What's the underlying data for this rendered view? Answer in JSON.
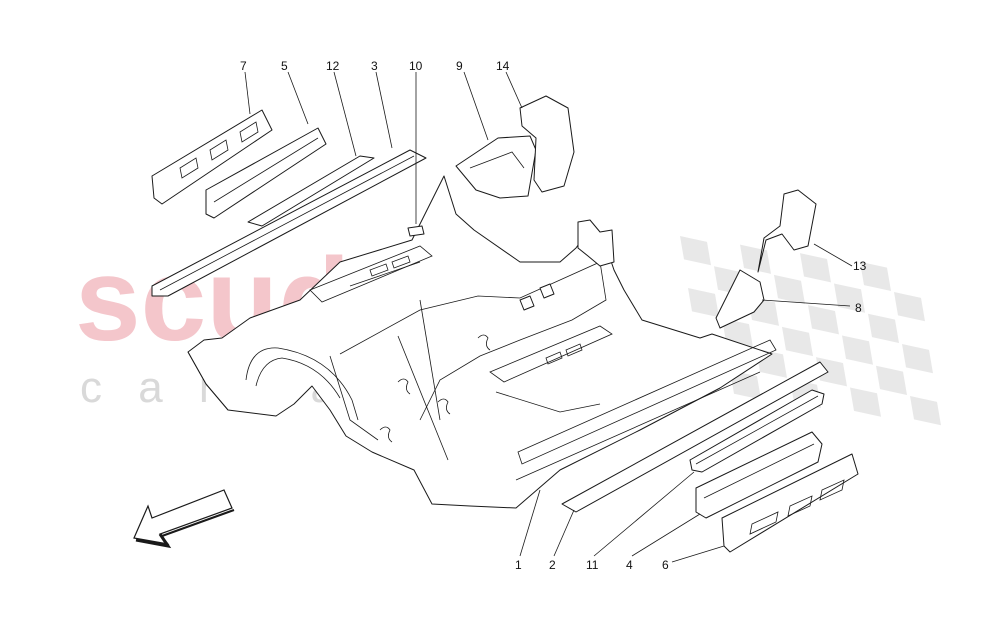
{
  "watermark": {
    "brand": "scuderia",
    "sub": "c a r   p a r t s",
    "brand_color": "#f4c6cb",
    "sub_color": "#d9d9d9",
    "checker_color": "#d6d6d6"
  },
  "callouts": [
    {
      "id": "p7",
      "label": "7"
    },
    {
      "id": "p5",
      "label": "5"
    },
    {
      "id": "p12",
      "label": "12"
    },
    {
      "id": "p3",
      "label": "3"
    },
    {
      "id": "p10",
      "label": "10"
    },
    {
      "id": "p9",
      "label": "9"
    },
    {
      "id": "p14",
      "label": "14"
    },
    {
      "id": "p13",
      "label": "13"
    },
    {
      "id": "p8",
      "label": "8"
    },
    {
      "id": "p1",
      "label": "1"
    },
    {
      "id": "p2",
      "label": "2"
    },
    {
      "id": "p11",
      "label": "11"
    },
    {
      "id": "p4",
      "label": "4"
    },
    {
      "id": "p6",
      "label": "6"
    }
  ],
  "direction_arrow": {
    "icon": "front-direction-arrow-icon"
  },
  "line_color": "#1a1a1a"
}
